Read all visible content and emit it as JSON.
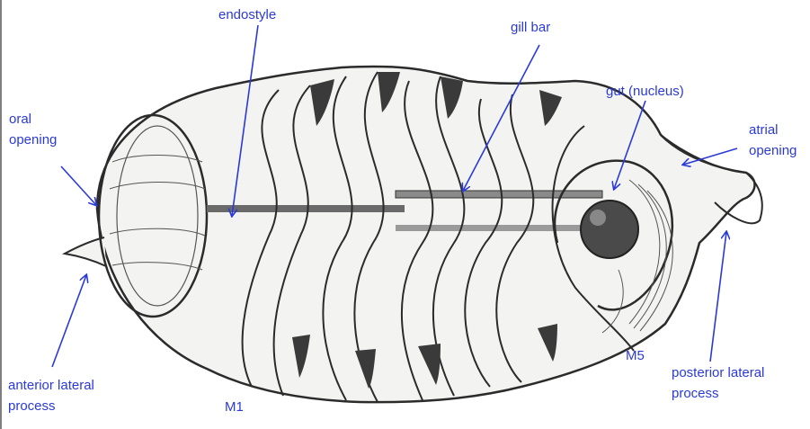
{
  "colors": {
    "label": "#2a3ad6",
    "arrow": "#2a3ad6",
    "ink": "#2b2b2b",
    "dark_muscle": "#3a3a3a",
    "body_fill": "#f3f3f1"
  },
  "labels": {
    "endostyle": "endostyle",
    "gill_bar": "gill bar",
    "gut": "gut (nucleus)",
    "oral_line1": "oral",
    "oral_line2": "opening",
    "atrial_line1": "atrial",
    "atrial_line2": "opening",
    "anterior_line1": "anterior lateral",
    "anterior_line2": "process",
    "posterior_line1": "posterior lateral",
    "posterior_line2": "process",
    "m1": "M1",
    "m5": "M5"
  }
}
